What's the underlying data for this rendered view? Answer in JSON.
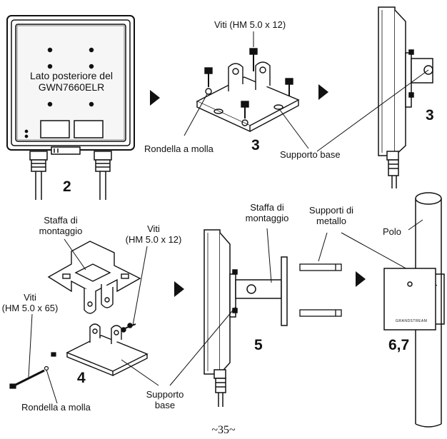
{
  "panels": {
    "back_label": "Lato posteriore del\nGWN7660ELR",
    "step_2": "2",
    "screws_label_1": "Viti (HM 5.0 x 12)",
    "step_3a": "3",
    "spring_washer_1": "Rondella a molla",
    "base_support_1": "Supporto base",
    "step_3b": "3",
    "bracket_label_1": "Staffa di\nmontaggio",
    "screws_label_2": "Viti\n(HM 5.0 x 12)",
    "screws_label_3": "Viti\n(HM 5.0 x 65)",
    "step_4": "4",
    "spring_washer_2": "Rondella a molla",
    "base_support_2": "Supporto\nbase",
    "bracket_label_2": "Staffa di\nmontaggio",
    "metal_supports": "Supporti di\nmetallo",
    "pole_label": "Polo",
    "step_5": "5",
    "step_67": "6,7",
    "brand_text": "GRANDSTREAM"
  },
  "page_number": "~35~"
}
